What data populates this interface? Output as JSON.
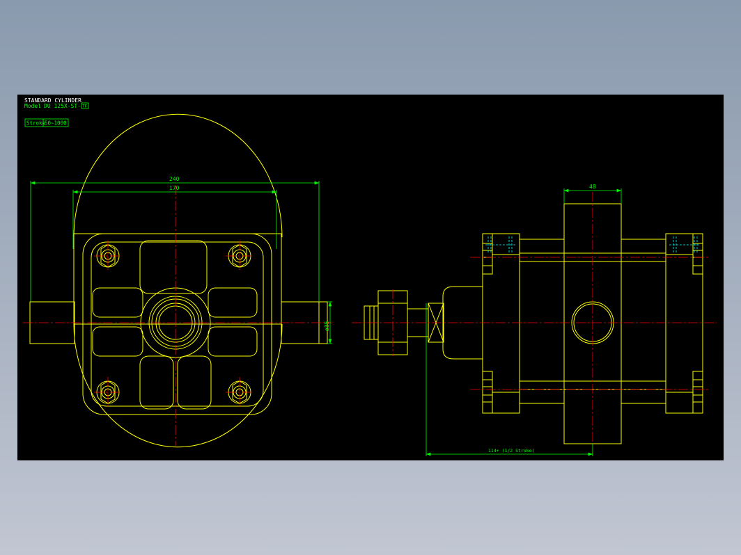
{
  "title_block": {
    "title": "STANDARD CYLINDER",
    "model_label": "Model",
    "model_value": "DU 125X-ST-",
    "model_box": "TF",
    "stroke_label": "Stroke",
    "stroke_value": "50~1000"
  },
  "dimensions": {
    "overall_width": "240",
    "bolt_pitch": "170",
    "trunnion_dia": "ø35",
    "trunnion_width": "48",
    "trunnion_position": "114+ (1/2 Stroke)"
  },
  "colors": {
    "background": "#000000",
    "geometry": "#ffff00",
    "dimension": "#00ff00",
    "centerline": "#ff0000",
    "hidden": "#00ffff",
    "white": "#ffffff"
  }
}
